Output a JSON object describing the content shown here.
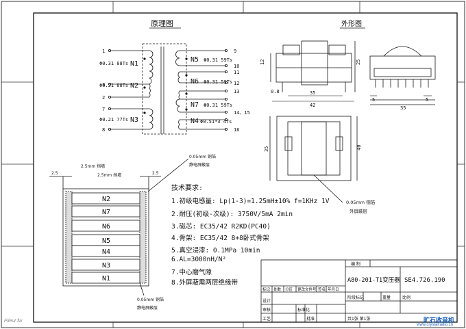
{
  "titles": {
    "schematic": "原理图",
    "outline": "外形图"
  },
  "pins": [
    "1",
    "3",
    "2",
    "7",
    "8",
    "9",
    "10",
    "11",
    "12",
    "13",
    "14、15",
    "16"
  ],
  "windings": [
    {
      "name": "N1",
      "spec": "Φ0.31 88Ts"
    },
    {
      "name": "N2",
      "spec": "Φ0.31 88Ts"
    },
    {
      "name": "N3",
      "spec": "Φ0.21  77Ts"
    },
    {
      "name": "N5",
      "spec": "Φ0.31 59Ts"
    },
    {
      "name": "N6",
      "spec": "Φ0.31 59Ts"
    },
    {
      "name": "N7",
      "spec": "Φ0.31 59Ts"
    },
    {
      "name": "N4",
      "spec": "Φ0.51*3 4Ts"
    }
  ],
  "dims": {
    "d12": "12",
    "d25": "25",
    "d08": "0.8",
    "d35a": "35",
    "d42": "42",
    "d5a": "5",
    "d5b": "5",
    "d35b": "35",
    "d35c": "35",
    "d40": "40"
  },
  "shield_note_outline": [
    "0.05mm 铜箔",
    "外屏蔽层"
  ],
  "cross_section": {
    "margin_left": "2.5",
    "margin_right": "2.5",
    "tape_top": "2.5mm 挡墙",
    "tape_mid": "2.5mm 挡墙",
    "shield_top": [
      "0.05mm 铜箔",
      "静电屏蔽层"
    ],
    "shield_bottom": [
      "0.05mm 铜箔",
      "静电屏蔽层"
    ],
    "layers": [
      "N2",
      "N7",
      "N6",
      "N5",
      "N4",
      "N3",
      "N1"
    ]
  },
  "requirements": {
    "heading": "技术要求:",
    "items": [
      "1.初级电感量: Lp(1-3)=1.25mH±10% f=1KHz 1V",
      "2.耐压(初级-次级):    3750V/5mA  2min",
      "3.磁芯: EC35/42 R2KD(PC40)",
      "4.骨架: EC35/42  8+8卧式骨架",
      "5.真空浸漆:  0.1MPa  10min",
      "6.AL=3000nH/N²",
      "7.中心磨气隙",
      "8.外屏蔽需两层绝缘带"
    ]
  },
  "title_block": {
    "drawing_title": "A80-201-T1变压器",
    "drawing_number": "SE4.726.190",
    "row_labels": [
      "标记",
      "处数",
      "分区",
      "更改文件号",
      "签名",
      "年月日"
    ],
    "stage_labels": [
      "阶段标记",
      "重量",
      "比例"
    ],
    "side_labels": [
      "设计",
      "审核",
      "工艺"
    ],
    "std_labels": [
      "标准化"
    ],
    "approve_label": "批准",
    "sheet": "共1张  第1张",
    "top_label": "编 制"
  },
  "watermark_left": "Fileur.fw",
  "watermark_right": {
    "line1": "旷石收音机",
    "line2": "www.crystalradio.cn"
  }
}
